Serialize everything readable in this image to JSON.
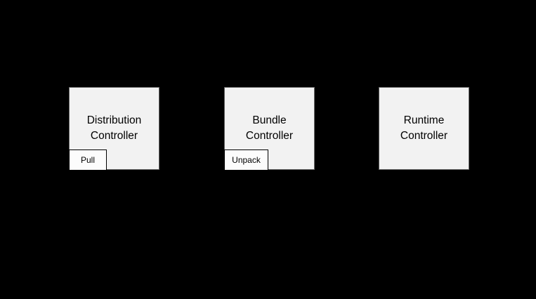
{
  "diagram": {
    "background_color": "#000000",
    "node_fill_color": "#f2f2f2",
    "node_border_color": "#666666",
    "badge_fill_color": "#fcfcfc",
    "badge_border_color": "#000000",
    "text_color": "#000000",
    "nodes": [
      {
        "id": "distribution-controller",
        "line1": "Distribution",
        "line2": "Controller",
        "badge": "Pull"
      },
      {
        "id": "bundle-controller",
        "line1": "Bundle",
        "line2": "Controller",
        "badge": "Unpack"
      },
      {
        "id": "runtime-controller",
        "line1": "Runtime",
        "line2": "Controller",
        "badge": null
      }
    ]
  }
}
